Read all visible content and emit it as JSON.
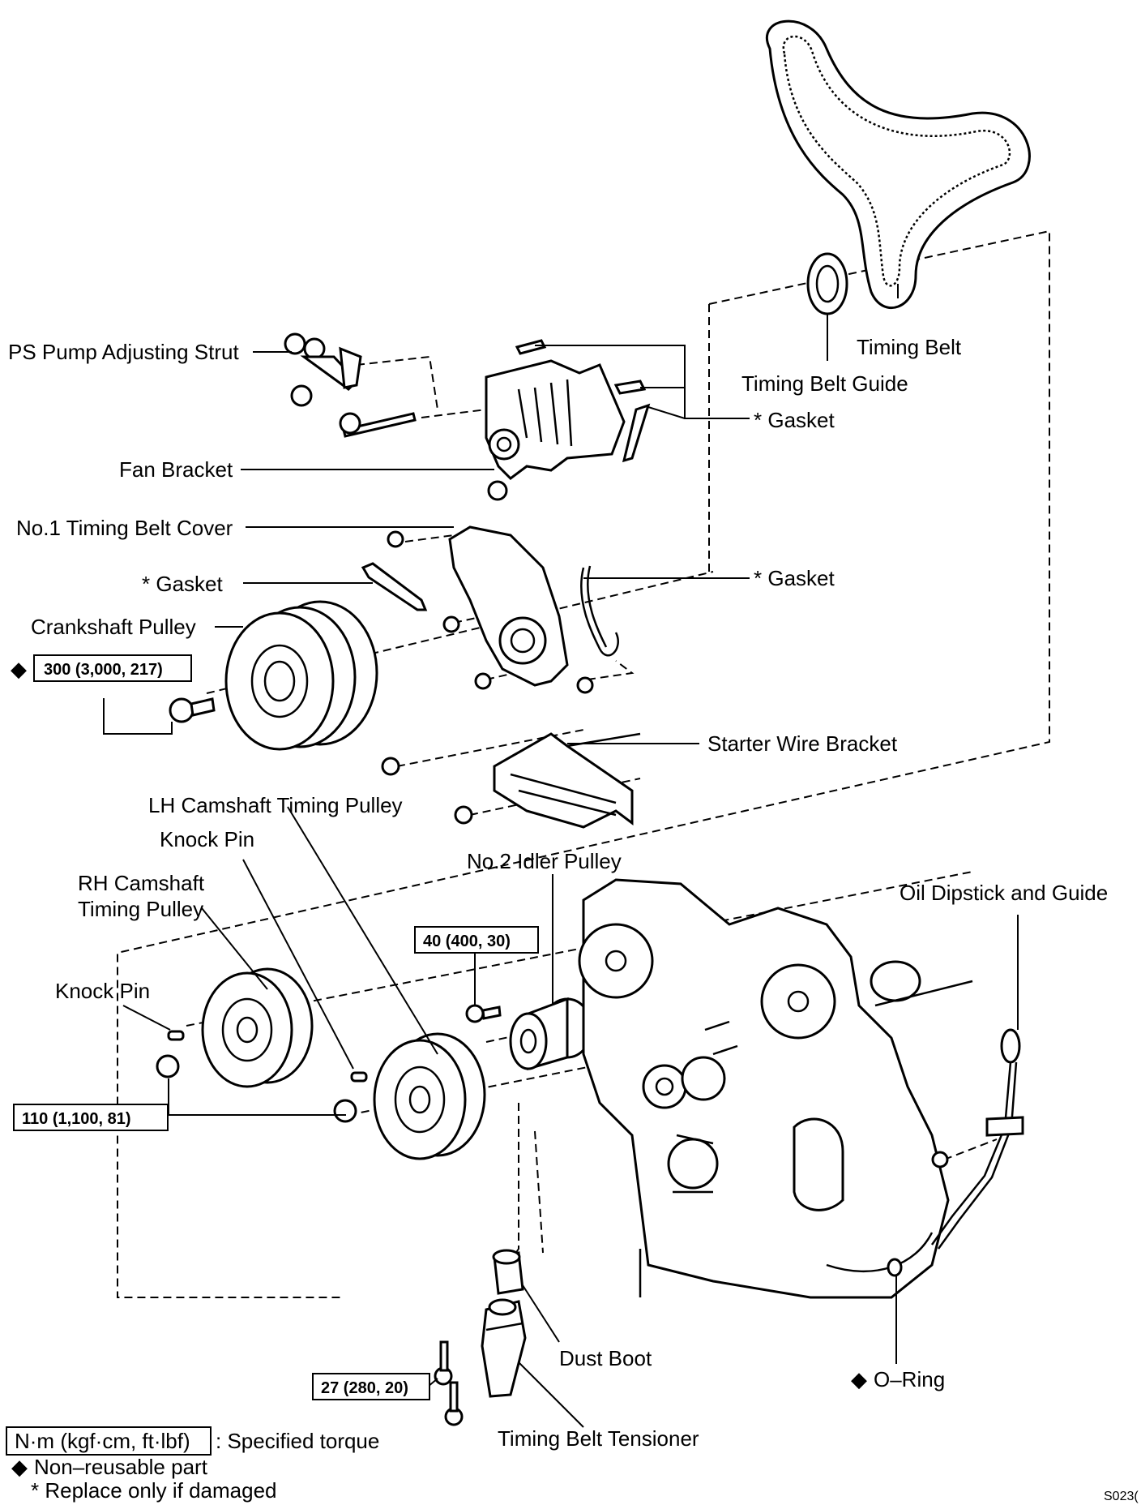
{
  "labels": {
    "ps_pump_adjusting_strut": "PS Pump Adjusting Strut",
    "timing_belt": "Timing Belt",
    "timing_belt_guide": "Timing Belt Guide",
    "gasket_top": "* Gasket",
    "fan_bracket": "Fan Bracket",
    "no1_timing_belt_cover": "No.1 Timing Belt Cover",
    "gasket_left": "* Gasket",
    "gasket_right": "* Gasket",
    "crankshaft_pulley": "Crankshaft Pulley",
    "starter_wire_bracket": "Starter Wire Bracket",
    "lh_camshaft_timing_pulley": "LH Camshaft Timing Pulley",
    "knock_pin_upper": "Knock Pin",
    "no2_idler_pulley": "No.2 Idler Pulley",
    "rh_camshaft_line1": "RH Camshaft",
    "rh_camshaft_line2": "Timing Pulley",
    "oil_dipstick_and_guide": "Oil Dipstick and Guide",
    "knock_pin_lower": "Knock Pin",
    "dust_boot": "Dust Boot",
    "o_ring": "O–Ring",
    "timing_belt_tensioner": "Timing Belt Tensioner"
  },
  "torques": {
    "crankshaft_bolt": "300 (3,000, 217)",
    "idler_bolt": "40 (400, 30)",
    "camshaft_bolts": "110 (1,100, 81)",
    "tensioner_bolts": "27 (280, 20)"
  },
  "legend": {
    "torque_units": "N·m (kgf·cm, ft·lbf)",
    "torque_desc": ": Specified torque",
    "non_reusable": "Non–reusable part",
    "replace_damaged": "* Replace only if damaged"
  },
  "symbols": {
    "non_reusable": "◆"
  },
  "figure_code": "S023("
}
